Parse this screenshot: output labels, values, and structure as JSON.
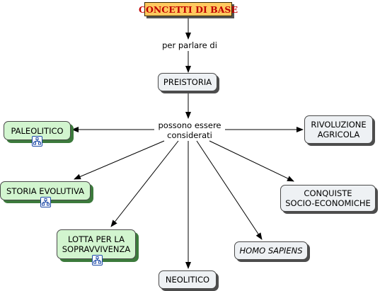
{
  "title": "CONCETTI DI BASE",
  "links": {
    "per_parlare": "per parlare di",
    "possono": "possono essere\nconsiderati"
  },
  "nodes": {
    "preistoria": "PREISTORIA",
    "paleolitico": "PALEOLITICO",
    "rivoluzione": "RIVOLUZIONE\nAGRICOLA",
    "storia_evolutiva": "STORIA EVOLUTIVA",
    "conquiste": "CONQUISTE\nSOCIO-ECONOMICHE",
    "lotta": "LOTTA PER LA\nSOPRAVVIVENZA",
    "homo_sapiens": "HOMO SAPIENS",
    "neolitico": "NEOLITICO"
  },
  "colors": {
    "title_fill": "#ffc95e",
    "title_text": "#c00000",
    "concept_fill": "#eef1f4",
    "linked_concept_fill": "#d2f5cf",
    "badge_border": "#1c4aa8"
  },
  "icons": {
    "resource_badge": "concept-map-link-icon"
  }
}
